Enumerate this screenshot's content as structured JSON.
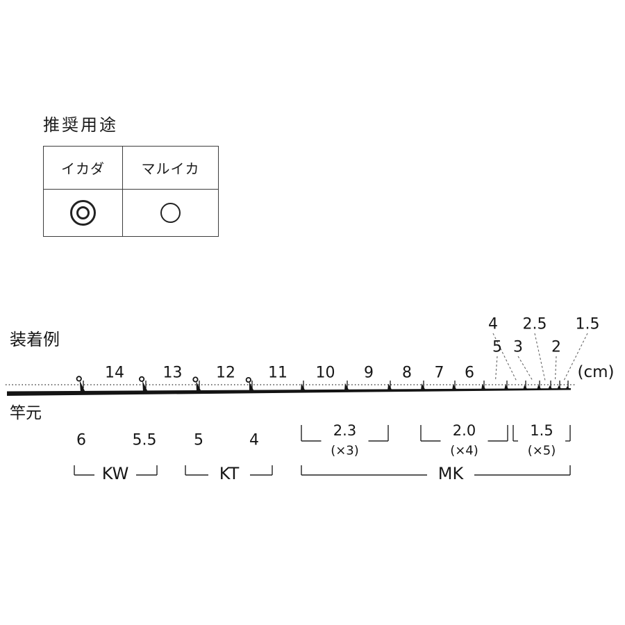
{
  "recommended_usage": {
    "title": "推奨用途",
    "columns": [
      "イカダ",
      "マルイカ"
    ],
    "ratings": [
      {
        "symbol": "◎",
        "icon": "double-circle"
      },
      {
        "symbol": "○",
        "icon": "circle"
      }
    ]
  },
  "diagram": {
    "section_label": "装着例",
    "rod_butt_label": "竿元",
    "unit_label": "(cm)",
    "guide_spacings_cm": [
      "14",
      "13",
      "12",
      "11",
      "10",
      "9",
      "8",
      "7",
      "6",
      "5",
      "4",
      "3",
      "2.5",
      "2",
      "1.5"
    ],
    "guide_sizes": [
      "6",
      "5.5",
      "5",
      "4"
    ],
    "size_groups": [
      {
        "size": "2.3",
        "count": "(×3)"
      },
      {
        "size": "2.0",
        "count": "(×4)"
      },
      {
        "size": "1.5",
        "count": "(×5)"
      }
    ],
    "guide_series": [
      "KW",
      "KT",
      "MK"
    ]
  }
}
